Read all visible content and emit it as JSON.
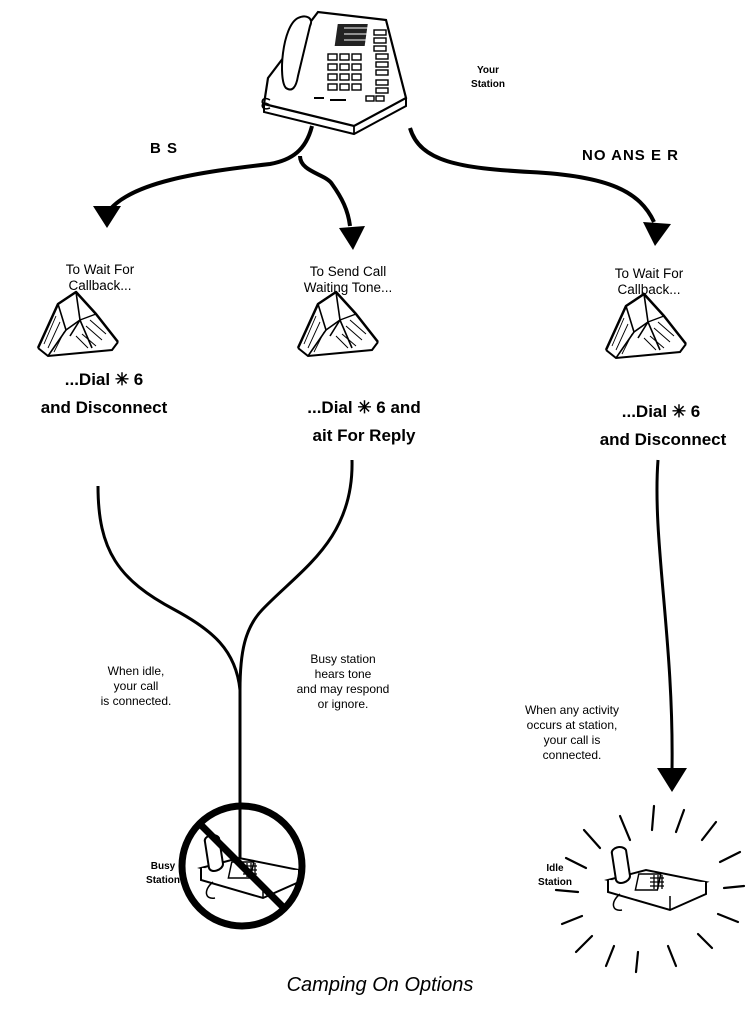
{
  "your_station": "Your\nStation",
  "branches": {
    "busy": "B S",
    "no_answer": "NO ANS E R"
  },
  "options": [
    {
      "instruction": "To Wait For\nCallback...",
      "action_line1": "...Dial ✳ 6",
      "action_line2": "and Disconnect"
    },
    {
      "instruction": "To Send Call\nWaiting Tone...",
      "action_line1": "...Dial ✳ 6 and",
      "action_line2": "ait For Reply"
    },
    {
      "instruction": "To Wait For\nCallback...",
      "action_line1": "...Dial ✳ 6",
      "action_line2": "and Disconnect"
    }
  ],
  "notes": {
    "when_idle": "When idle,\nyour call\nis connected.",
    "busy_hears": "Busy station\nhears tone\nand may respond\nor ignore.",
    "any_activity": "When any activity\noccurs at station,\nyour call is\nconnected."
  },
  "busy_station": "Busy\nStation",
  "idle_station": "Idle\nStation",
  "caption": "Camping On Options"
}
